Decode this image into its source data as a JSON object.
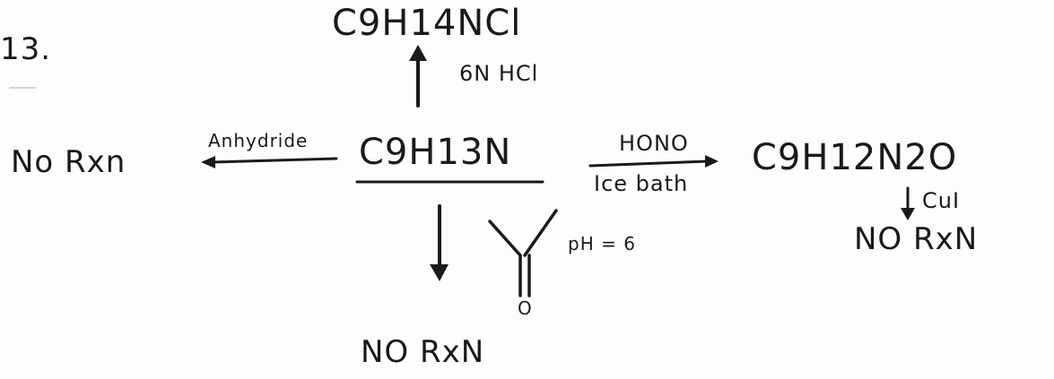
{
  "problem_number": "13.",
  "center_compound": "C9H13N",
  "top": {
    "product": "C9H14NCl",
    "reagent": "6N HCl"
  },
  "left": {
    "reagent": "Anhydride",
    "product": "No Rxn"
  },
  "right": {
    "reagent_top": "HONO",
    "reagent_bottom": "Ice bath",
    "product": "C9H12N2O",
    "next_reagent": "CuI",
    "next_product": "NO RxN"
  },
  "bottom": {
    "reagent": "pH = 6",
    "reagent_atom": "O",
    "product": "NO RxN"
  },
  "colors": {
    "ink": "#1a1a1a",
    "paper": "#fdfdfd"
  }
}
